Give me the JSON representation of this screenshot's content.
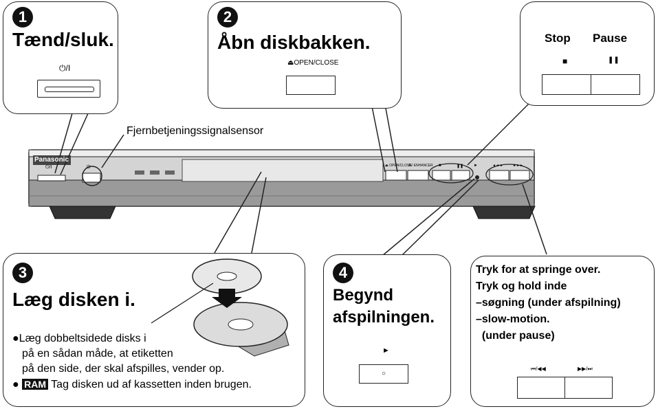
{
  "step1": {
    "number": "1",
    "title": "Tænd/sluk.",
    "button_label": "⏻/I"
  },
  "step2": {
    "number": "2",
    "title": "Åbn diskbakken.",
    "button_label": "⏏OPEN/CLOSE"
  },
  "stop_pause": {
    "stop_label": "Stop",
    "pause_label": "Pause",
    "stop_symbol": "■",
    "pause_symbol": "❚❚"
  },
  "sensor_label": "Fjernbetjeningssignalsensor",
  "device": {
    "brand": "Panasonic",
    "power_mark": "⏻/I",
    "standby_mark": "⏻",
    "open_close_mark": "⏏ OPEN/CLOSE",
    "enhancer_mark": "AV ENHANCER",
    "stop_mark": "■",
    "pause_mark": "❚❚",
    "play_mark": "►",
    "skip_back_mark": "◄◄◄",
    "skip_fwd_mark": "►►►"
  },
  "step3": {
    "number": "3",
    "title": "Læg disken i.",
    "bullet1_lines": [
      "●Læg dobbeltsidede disks i",
      "på en sådan måde, at etiketten",
      "på den side, der skal afspilles, vender op."
    ],
    "bullet2_prefix": "●",
    "bullet2_badge": "RAM",
    "bullet2_text": "Tag disken ud af kassetten inden brugen."
  },
  "step4": {
    "number": "4",
    "title_line1": "Begynd",
    "title_line2": "afspilningen.",
    "play_symbol": "►",
    "button_mark": "○"
  },
  "skip_panel": {
    "lines": [
      "Tryk for at springe over.",
      "Tryk og hold inde",
      "–søgning (under afspilning)",
      "–slow-motion.",
      "  (under pause)"
    ],
    "skip_back_symbol": "⏮/◀◀",
    "skip_fwd_symbol": "▶▶/⏭"
  },
  "colors": {
    "device_body": "#c9c9c9",
    "device_dark": "#555555",
    "badge_bg": "#111111"
  }
}
